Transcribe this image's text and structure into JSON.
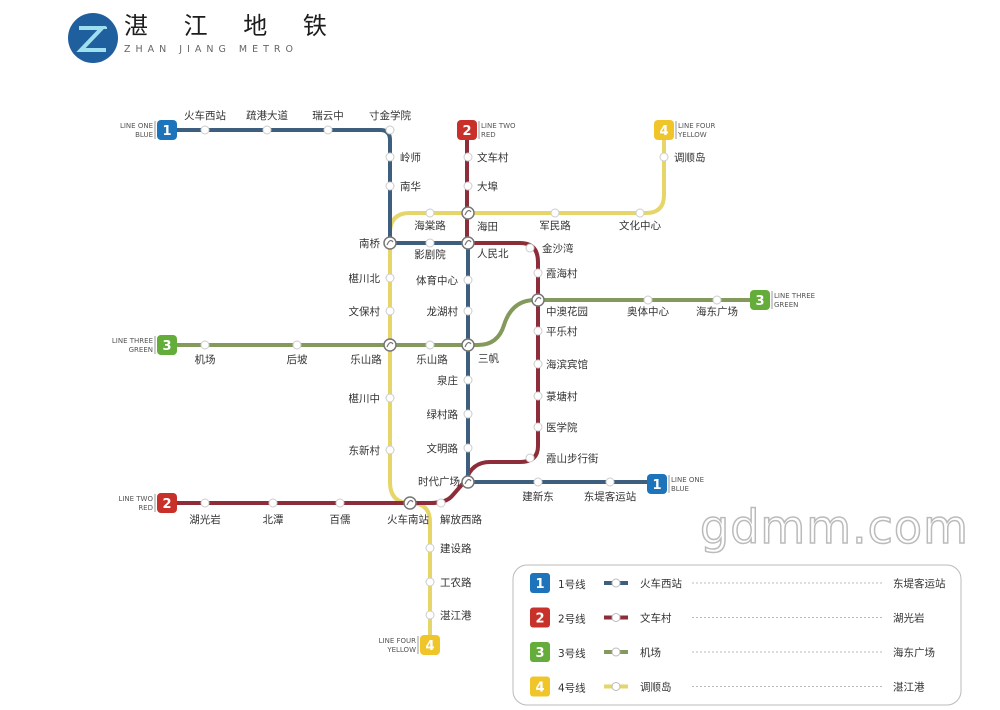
{
  "logo": {
    "cn": "湛 江 地 铁",
    "en": "ZHAN JIANG METRO",
    "icon": "z-logo-icon"
  },
  "lines": [
    {
      "num": "1",
      "label": "LINE ONE",
      "color_name": "BLUE",
      "color": "#3d5f7d",
      "badge": "#1e74bb",
      "stations": [
        "火车西站",
        "疏港大道",
        "瑞云中",
        "寸金学院",
        "岭师",
        "南华",
        "南桥",
        "影剧院",
        "人民北",
        "体育中心",
        "龙湖村",
        "三帆",
        "泉庄",
        "绿村路",
        "文明路",
        "时代广场",
        "建新东",
        "东堤客运站"
      ]
    },
    {
      "num": "2",
      "label": "LINE TWO",
      "color_name": "RED",
      "color": "#8e2d3a",
      "badge": "#c8312a",
      "stations": [
        "文车村",
        "大埠",
        "海田",
        "金沙湾",
        "霞海村",
        "中澳花园",
        "平乐村",
        "海滨宾馆",
        "菉塘村",
        "医学院",
        "霞山步行街",
        "解放西路",
        "火车南站",
        "百儒",
        "北潭",
        "湖光岩"
      ]
    },
    {
      "num": "3",
      "label": "LINE THREE",
      "color_name": "GREEN",
      "color": "#849a5c",
      "badge": "#64ad3a",
      "stations": [
        "机场",
        "后坡",
        "乐山路",
        "乐山路",
        "奥体中心",
        "海东广场"
      ]
    },
    {
      "num": "4",
      "label": "LINE FOUR",
      "color_name": "YELLOW",
      "color": "#e6d66a",
      "badge": "#f0c52a",
      "stations": [
        "调顺岛",
        "文化中心",
        "军民路",
        "海棠路",
        "椹川北",
        "文保村",
        "椹川中",
        "东新村",
        "建设路",
        "工农路",
        "湛江港"
      ]
    }
  ],
  "legend": [
    {
      "num": "1",
      "name": "1号线",
      "from": "火车西站",
      "to": "东堤客运站"
    },
    {
      "num": "2",
      "name": "2号线",
      "from": "文车村",
      "to": "湖光岩"
    },
    {
      "num": "3",
      "name": "3号线",
      "from": "机场",
      "to": "海东广场"
    },
    {
      "num": "4",
      "name": "4号线",
      "from": "调顺岛",
      "to": "湛江港"
    }
  ],
  "watermark": "gdmm.com"
}
